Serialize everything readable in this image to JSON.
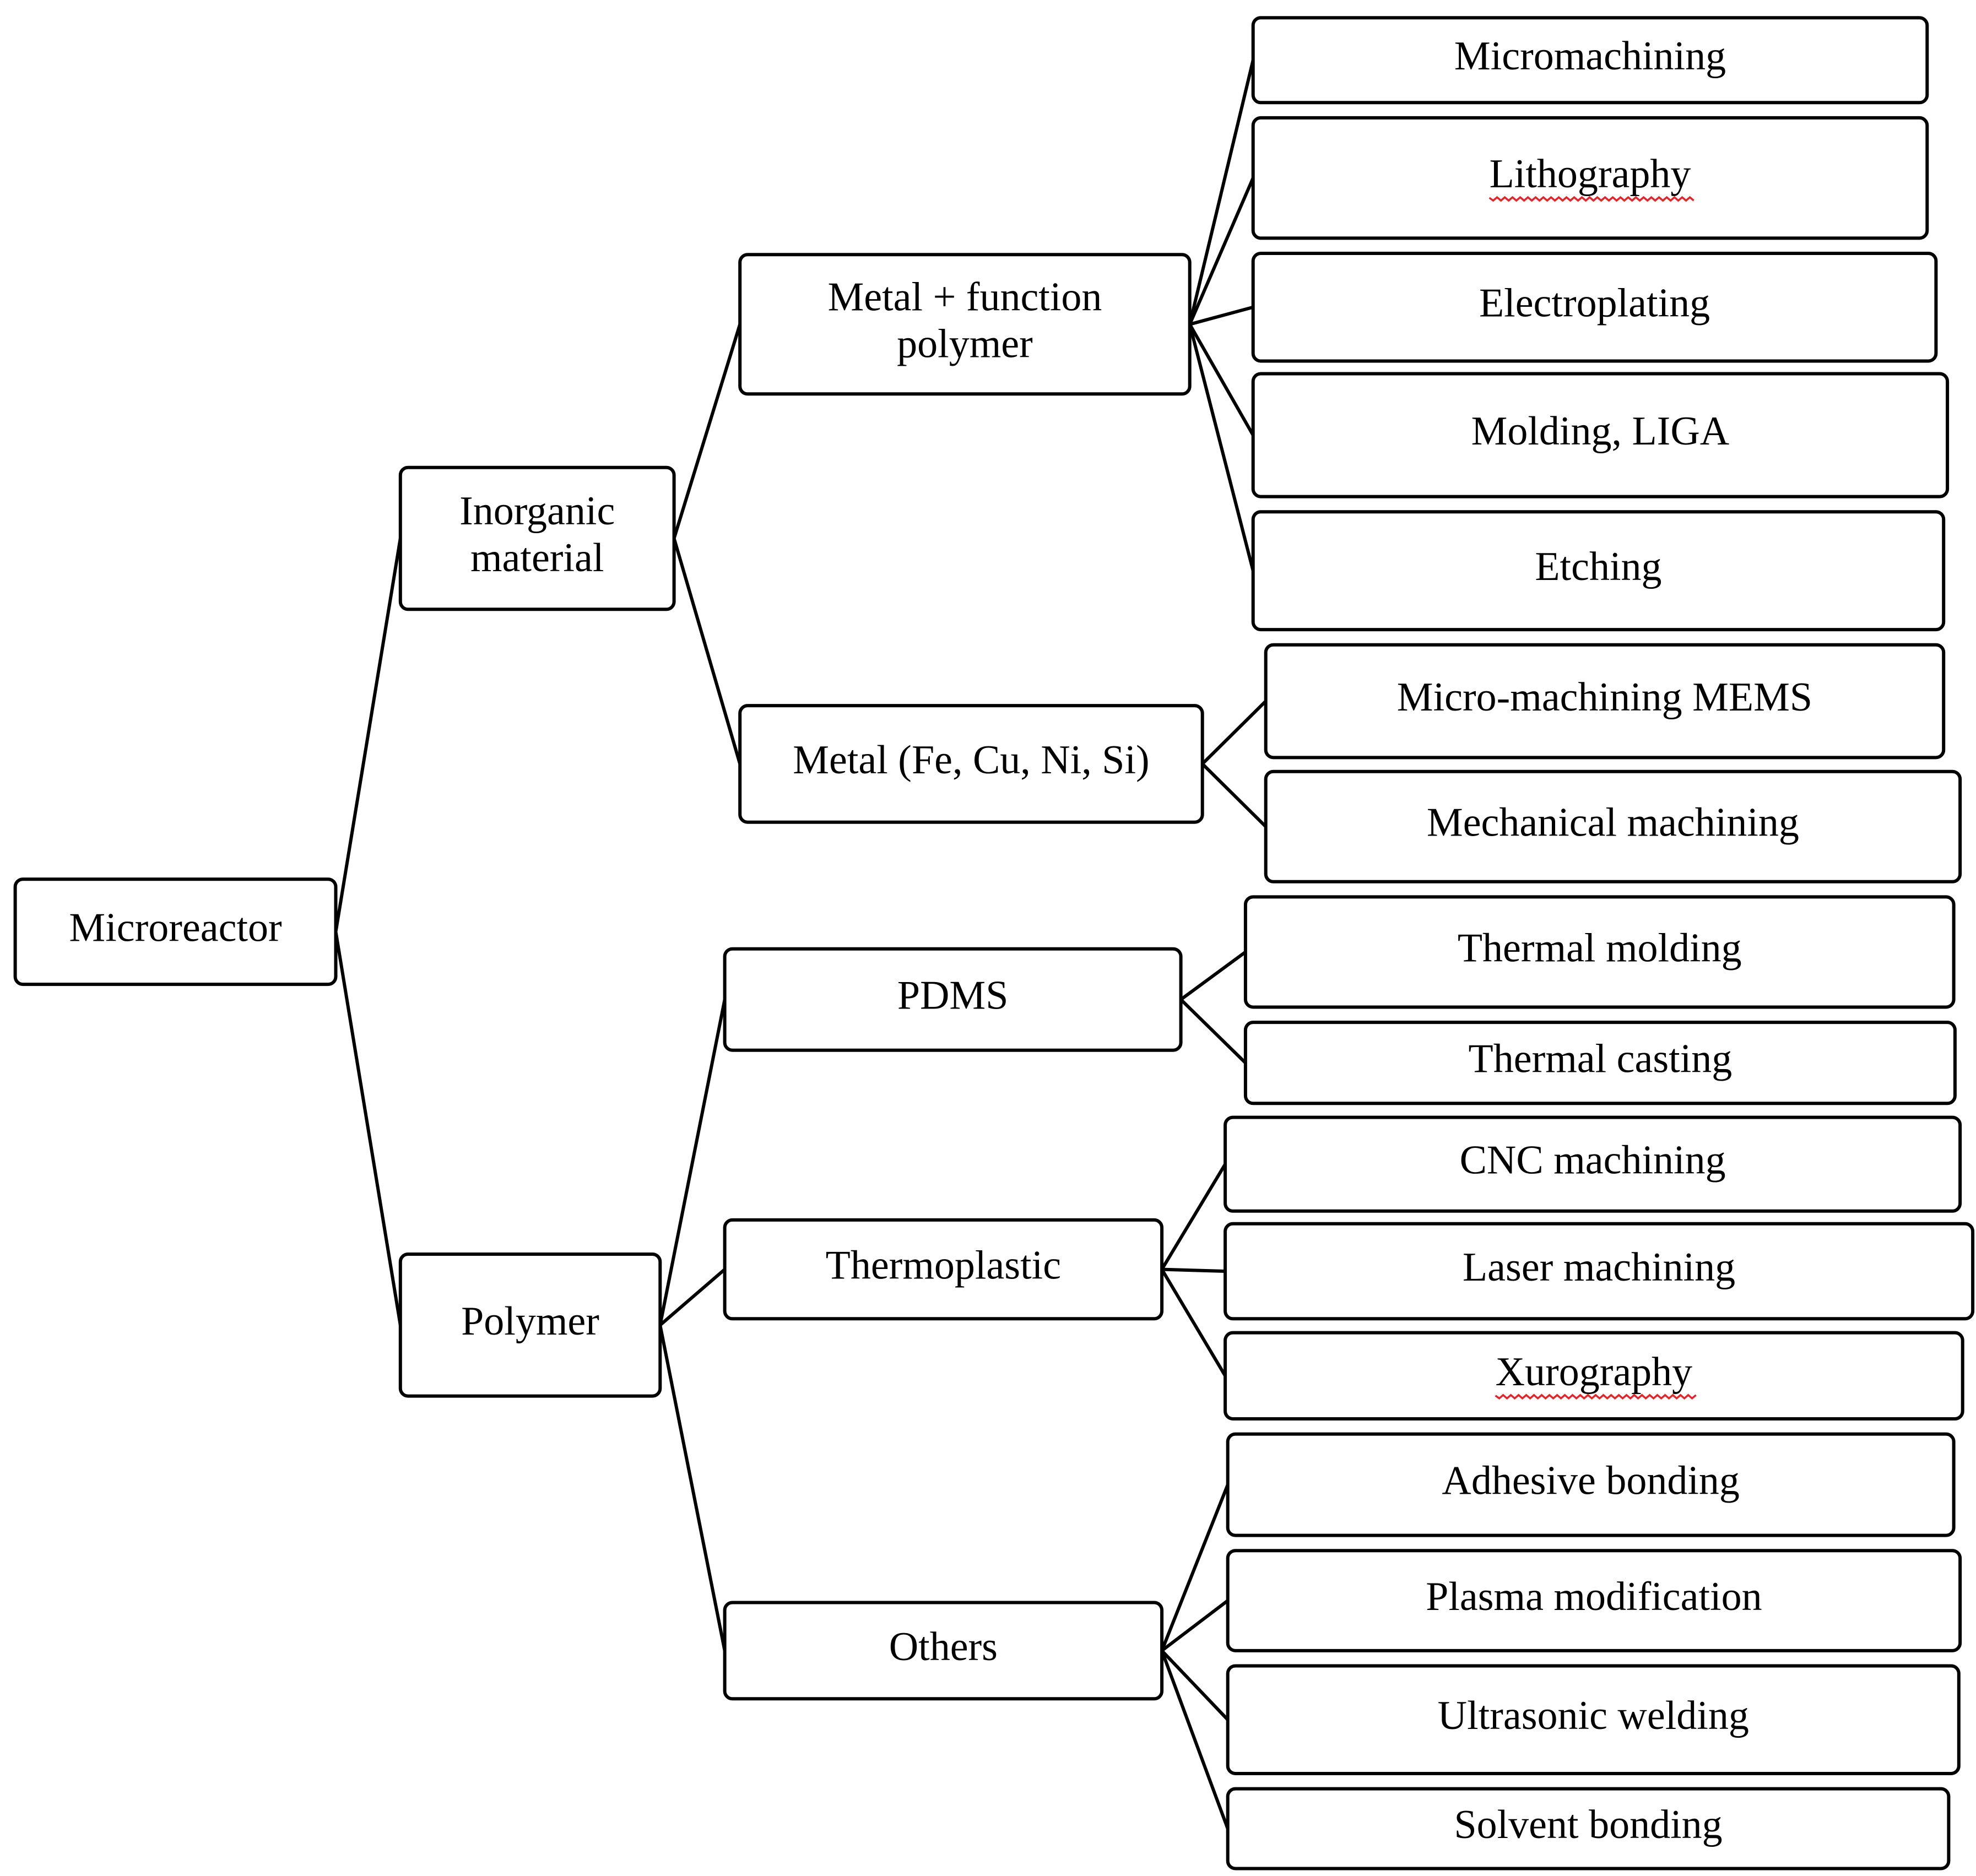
{
  "root": {
    "label": "Microreactor"
  },
  "branches": [
    {
      "label": "Inorganic material",
      "lines": [
        "Inorganic",
        "material"
      ],
      "children": [
        {
          "label": "Metal  + function polymer",
          "lines": [
            "Metal  + function",
            "polymer"
          ],
          "methods": [
            "Micromachining",
            "Lithography",
            "Electroplating",
            "Molding, LIGA",
            "Etching"
          ]
        },
        {
          "label": "Metal (Fe, Cu, Ni, Si)",
          "lines": [
            "Metal (Fe, Cu, Ni, Si)"
          ],
          "methods": [
            "Micro-machining MEMS",
            "Mechanical machining"
          ]
        }
      ]
    },
    {
      "label": "Polymer",
      "lines": [
        "Polymer"
      ],
      "children": [
        {
          "label": "PDMS",
          "lines": [
            "PDMS"
          ],
          "methods": [
            "Thermal molding",
            "Thermal casting"
          ]
        },
        {
          "label": "Thermoplastic",
          "lines": [
            "Thermoplastic"
          ],
          "methods": [
            "CNC machining",
            "Laser machining",
            "Xurography"
          ]
        },
        {
          "label": "Others",
          "lines": [
            "Others"
          ],
          "methods": [
            "Adhesive bonding",
            "Plasma modification",
            "Ultrasonic welding",
            "Solvent bonding"
          ]
        }
      ]
    }
  ]
}
